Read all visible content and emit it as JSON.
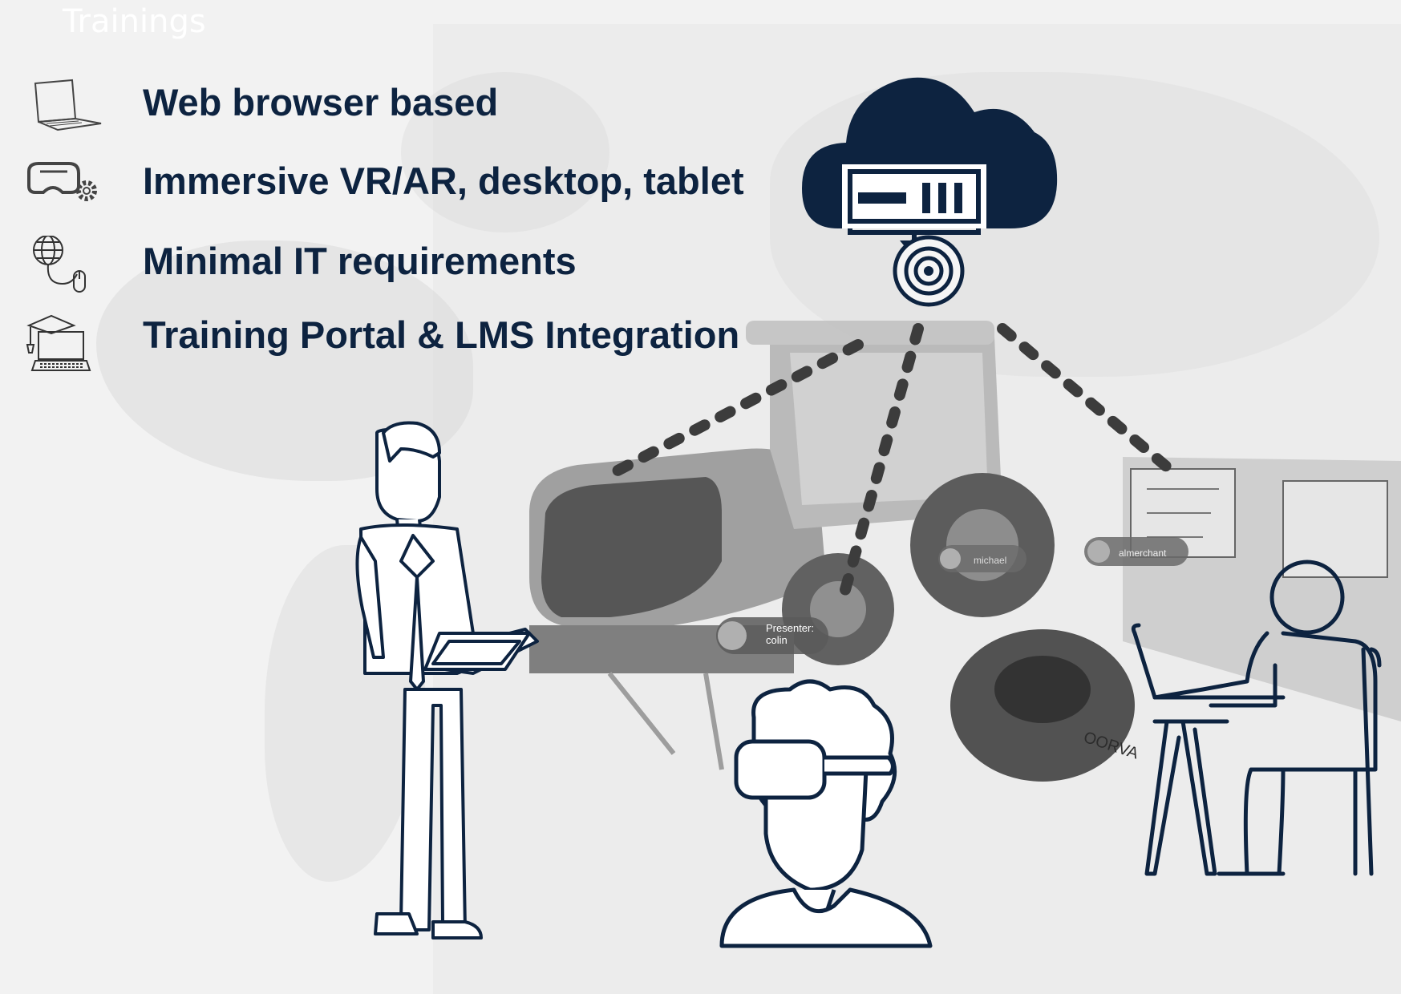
{
  "page": {
    "title": "Trainings"
  },
  "features": [
    {
      "label": "Web browser based",
      "icon": "laptop-icon"
    },
    {
      "label": "Immersive VR/AR, desktop, tablet",
      "icon": "vr-headset-gear-icon"
    },
    {
      "label": "Minimal IT requirements",
      "icon": "globe-mouse-icon"
    },
    {
      "label": "Training Portal & LMS Integration",
      "icon": "graduation-laptop-icon"
    }
  ],
  "scene": {
    "presenter_tag": "Presenter:\ncolin",
    "user_tag_1": "michael",
    "user_tag_2": "almerchant",
    "tire_text": "OORVA"
  },
  "colors": {
    "navy": "#0d2340",
    "text_dark": "#0d2340",
    "background": "#f2f2f2",
    "title": "#ffffff"
  }
}
